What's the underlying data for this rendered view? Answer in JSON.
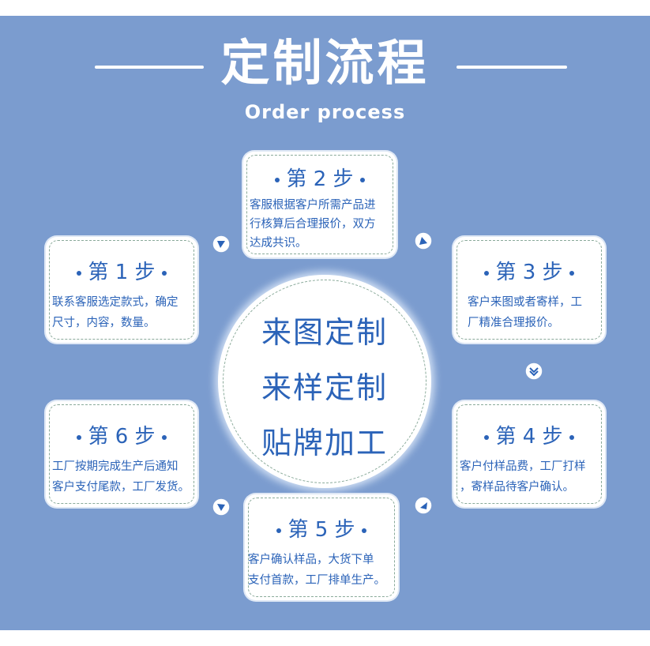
{
  "header": {
    "title": "定制流程",
    "subtitle": "Order process"
  },
  "center": {
    "lines": [
      "来图定制",
      "来样定制",
      "贴牌加工"
    ]
  },
  "steps": [
    {
      "label": "第 1 步",
      "lines": [
        "联系客服选定款式，确定",
        "尺寸，内容，数量。"
      ]
    },
    {
      "label": "第 2 步",
      "lines": [
        "客服根据客户所需产品进",
        "行核算后合理报价，双方",
        "达成共识。"
      ]
    },
    {
      "label": "第 3 步",
      "lines": [
        "客户来图或者寄样，工",
        "厂精准合理报价。"
      ]
    },
    {
      "label": "第 4 步",
      "lines": [
        "客户付样品费，工厂打样",
        "，寄样品待客户确认。"
      ]
    },
    {
      "label": "第 5 步",
      "lines": [
        "客户确认样品，大货下单",
        "支付首款，工厂排单生产。"
      ]
    },
    {
      "label": "第 6 步",
      "lines": [
        "工厂按期完成生产后通知",
        "客户支付尾款，工厂发货。"
      ]
    }
  ],
  "colors": {
    "background": "#7b9ccf",
    "accent": "#2b63b8",
    "card": "#ffffff"
  },
  "icons": [
    "direction-arrow-icon"
  ]
}
